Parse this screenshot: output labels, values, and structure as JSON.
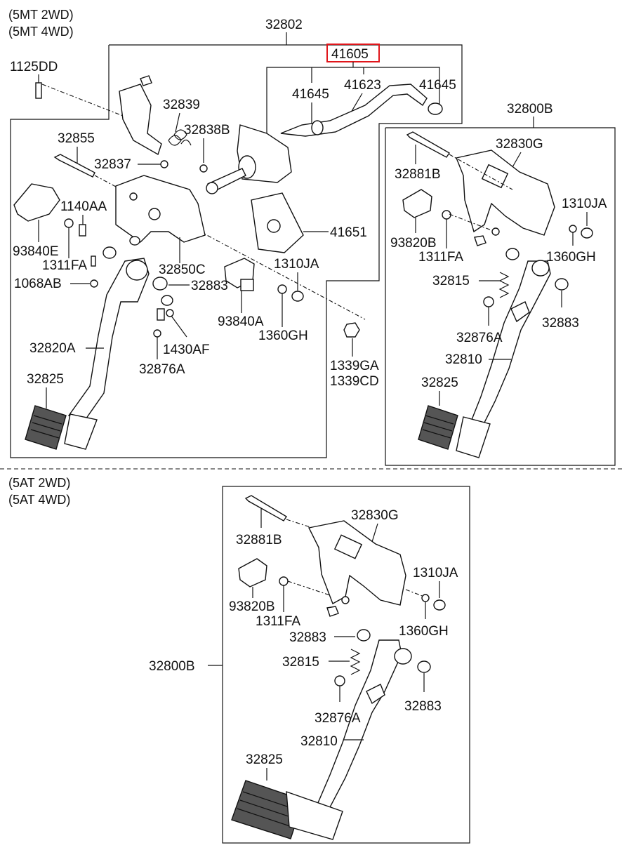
{
  "headers": {
    "mt_2wd": "(5MT 2WD)",
    "mt_4wd": "(5MT 4WD)",
    "at_2wd": "(5AT 2WD)",
    "at_4wd": "(5AT 4WD)"
  },
  "highlight_color": "#e0161b",
  "mt_assembly": {
    "main_label": "32802",
    "highlighted_part": "41605",
    "parts": {
      "p1125DD": "1125DD",
      "p41645a": "41645",
      "p41623": "41623",
      "p41645b": "41645",
      "p32839": "32839",
      "p32838B": "32838B",
      "p32855": "32855",
      "p32837": "32837",
      "p1140AA": "1140AA",
      "p41651": "41651",
      "p93840E": "93840E",
      "p1311FA": "1311FA",
      "p32850C": "32850C",
      "p1310JA": "1310JA",
      "p1068AB": "1068AB",
      "p32883": "32883",
      "p93840A": "93840A",
      "p1360GH": "1360GH",
      "p32820A": "32820A",
      "p1430AF": "1430AF",
      "p1339GA": "1339GA",
      "p1339CD": "1339CD",
      "p32876A": "32876A",
      "p32825": "32825"
    }
  },
  "mt_brake": {
    "main_label": "32800B",
    "parts": {
      "p32830G": "32830G",
      "p32881B": "32881B",
      "p1310JA": "1310JA",
      "p93820B": "93820B",
      "p1311FA": "1311FA",
      "p1360GH": "1360GH",
      "p32815": "32815",
      "p32883": "32883",
      "p32876A": "32876A",
      "p32810": "32810",
      "p32825": "32825"
    }
  },
  "at_brake": {
    "main_label": "32800B",
    "parts": {
      "p32830G": "32830G",
      "p32881B": "32881B",
      "p1310JA": "1310JA",
      "p93820B": "93820B",
      "p1311FA": "1311FA",
      "p1360GH": "1360GH",
      "p32883a": "32883",
      "p32815": "32815",
      "p32883b": "32883",
      "p32876A": "32876A",
      "p32810": "32810",
      "p32825": "32825"
    }
  }
}
